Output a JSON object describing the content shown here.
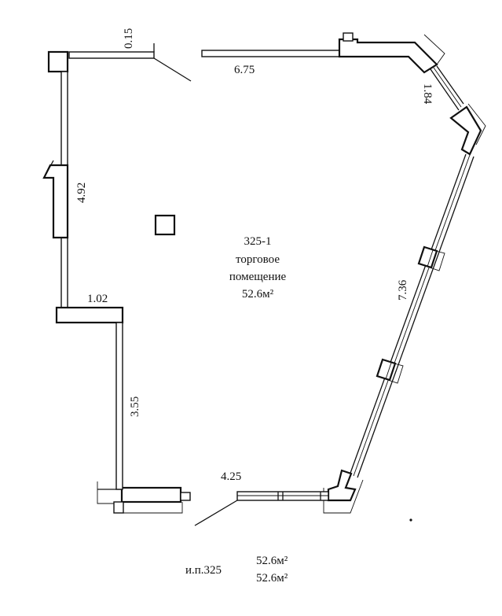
{
  "room": {
    "number": "325-1",
    "name_line1": "торговое",
    "name_line2": "помещение",
    "area": "52.6м²"
  },
  "dimensions": {
    "top_small": "0.15",
    "top_wall": "6.75",
    "upper_right_diag": "1.84",
    "right_wall": "7.36",
    "left_upper": "4.92",
    "left_step": "1.02",
    "left_lower": "3.55",
    "bottom_wall": "4.25"
  },
  "footer": {
    "unit_label": "и.п.325",
    "area_1": "52.6м²",
    "area_2": "52.6м²"
  }
}
